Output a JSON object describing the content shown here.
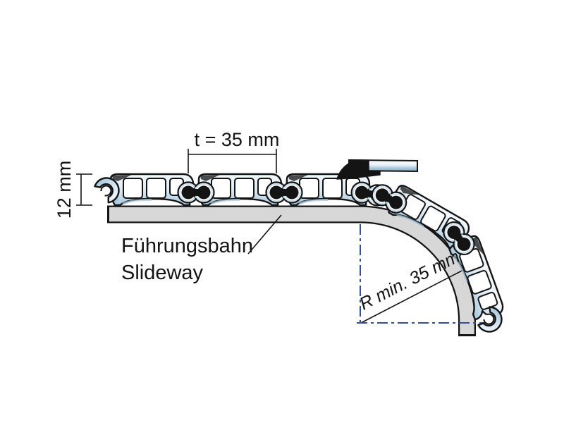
{
  "figure": {
    "type": "technical-cross-section",
    "subject": "slat band profile on slideway with minimum bend radius",
    "labels": {
      "pitch": "t = 35 mm",
      "profile_height": "12 mm",
      "slideway_de": "Führungsbahn",
      "slideway_en": "Slideway",
      "min_radius": "R min. 35 mm"
    },
    "components": [
      "slat-profile-band",
      "hinge-pin-joint",
      "end-hook",
      "slideway",
      "carrier-clip"
    ],
    "colors": {
      "background": "#ffffff",
      "outline": "#141414",
      "slideway_fill": "#d7d7d7",
      "profile_accent": "#9cc2da",
      "centerline_blue": "#2e4fa3"
    }
  }
}
